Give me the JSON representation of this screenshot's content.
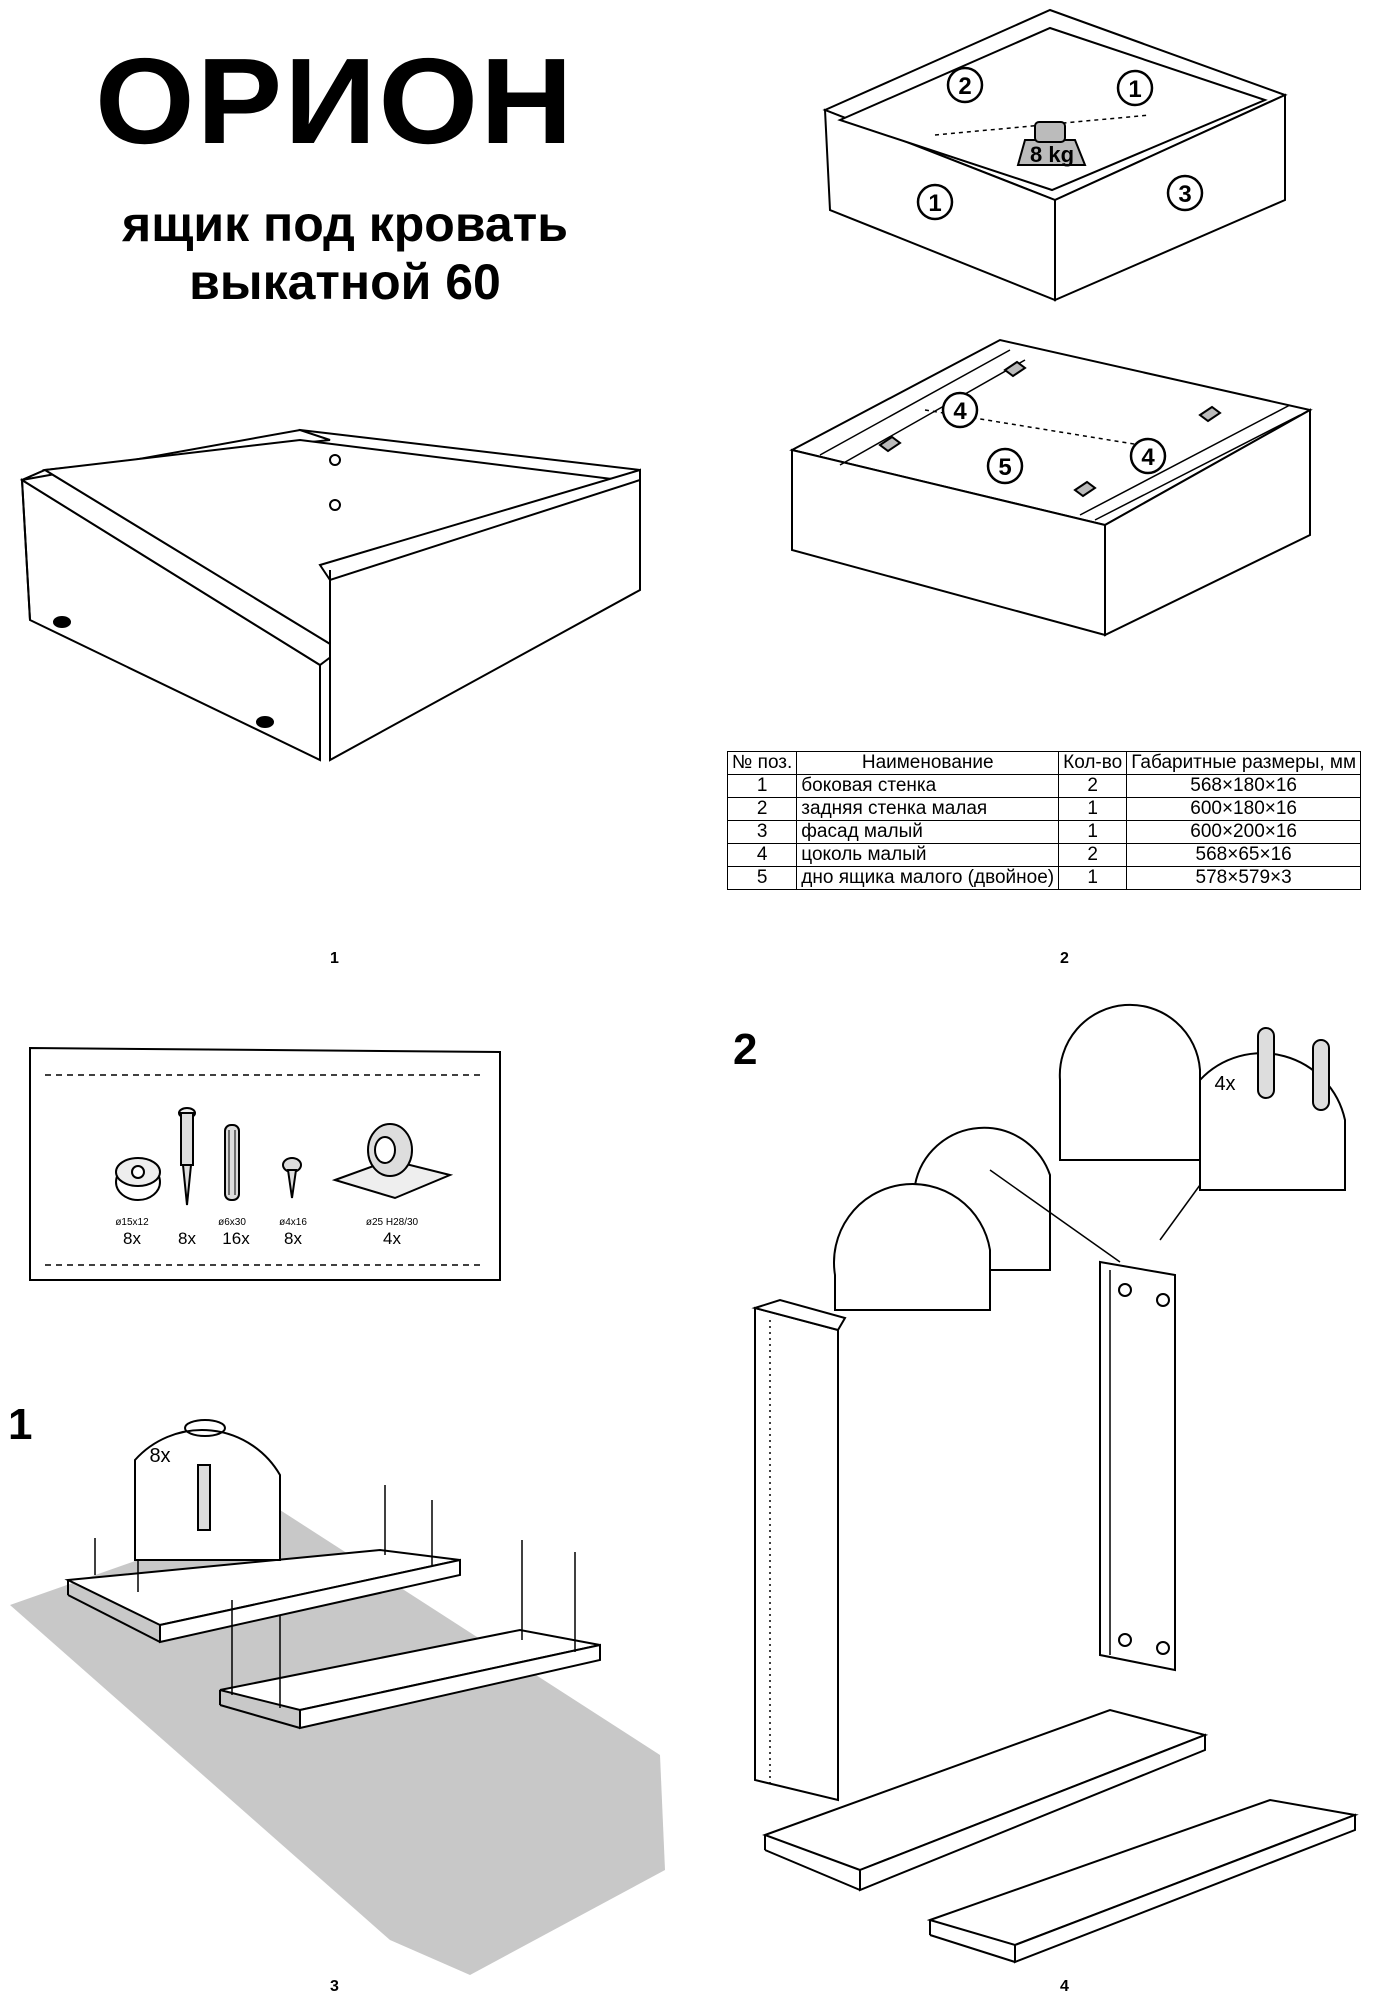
{
  "header": {
    "title": "ОРИОН",
    "subtitle_line1": "ящик под кровать",
    "subtitle_line2": "выкатной 60"
  },
  "diagram_labels": {
    "load": "8 kg",
    "parts_top": [
      "2",
      "1",
      "1",
      "3"
    ],
    "parts_bottom": [
      "4",
      "5",
      "4"
    ]
  },
  "parts_table": {
    "headers": [
      "№ поз.",
      "Наименование",
      "Кол-во",
      "Габаритные размеры, мм"
    ],
    "rows": [
      {
        "pos": "1",
        "name": "боковая стенка",
        "qty": "2",
        "size": "568×180×16"
      },
      {
        "pos": "2",
        "name": "задняя стенка малая",
        "qty": "1",
        "size": "600×180×16"
      },
      {
        "pos": "3",
        "name": "фасад малый",
        "qty": "1",
        "size": "600×200×16"
      },
      {
        "pos": "4",
        "name": "цоколь малый",
        "qty": "2",
        "size": "568×65×16"
      },
      {
        "pos": "5",
        "name": "дно ящика малого (двойное)",
        "qty": "1",
        "size": "578×579×3"
      }
    ]
  },
  "hardware": [
    {
      "spec": "ø15x12",
      "count": "8x",
      "icon": "cam-lock-icon"
    },
    {
      "spec": "",
      "count": "8x",
      "icon": "cam-bolt-icon"
    },
    {
      "spec": "ø6x30",
      "count": "16x",
      "icon": "dowel-icon"
    },
    {
      "spec": "ø4x16",
      "count": "8x",
      "icon": "screw-icon"
    },
    {
      "spec": "ø25 H28/30",
      "count": "4x",
      "icon": "caster-wheel-icon"
    }
  ],
  "steps": {
    "step1": {
      "number": "1",
      "count": "8x"
    },
    "step2": {
      "number": "2",
      "count": "4x"
    }
  },
  "page_numbers": [
    "1",
    "2",
    "3",
    "4"
  ]
}
